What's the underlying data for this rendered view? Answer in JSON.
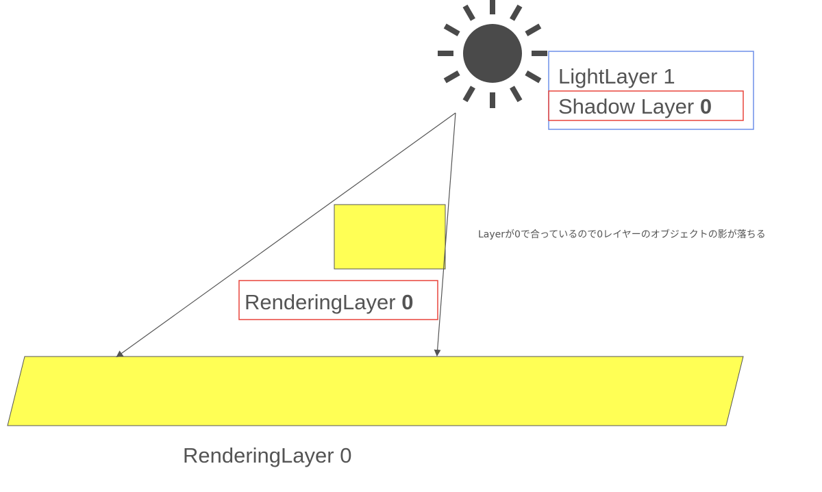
{
  "light": {
    "line1_prefix": "LightLayer 1",
    "shadow_prefix": "Shadow Layer ",
    "shadow_value": "0"
  },
  "object_label": {
    "prefix": "RenderingLayer ",
    "value": "0"
  },
  "ground_label": "RenderingLayer 0",
  "note": "Layerが0で合っているので0レイヤーのオブジェクトの影が落ちる",
  "colors": {
    "sun": "#4a4a4a",
    "yellow": "#ffff55",
    "blue_box": "#6d8fe8",
    "red_box": "#e8433a",
    "line": "#545454"
  }
}
